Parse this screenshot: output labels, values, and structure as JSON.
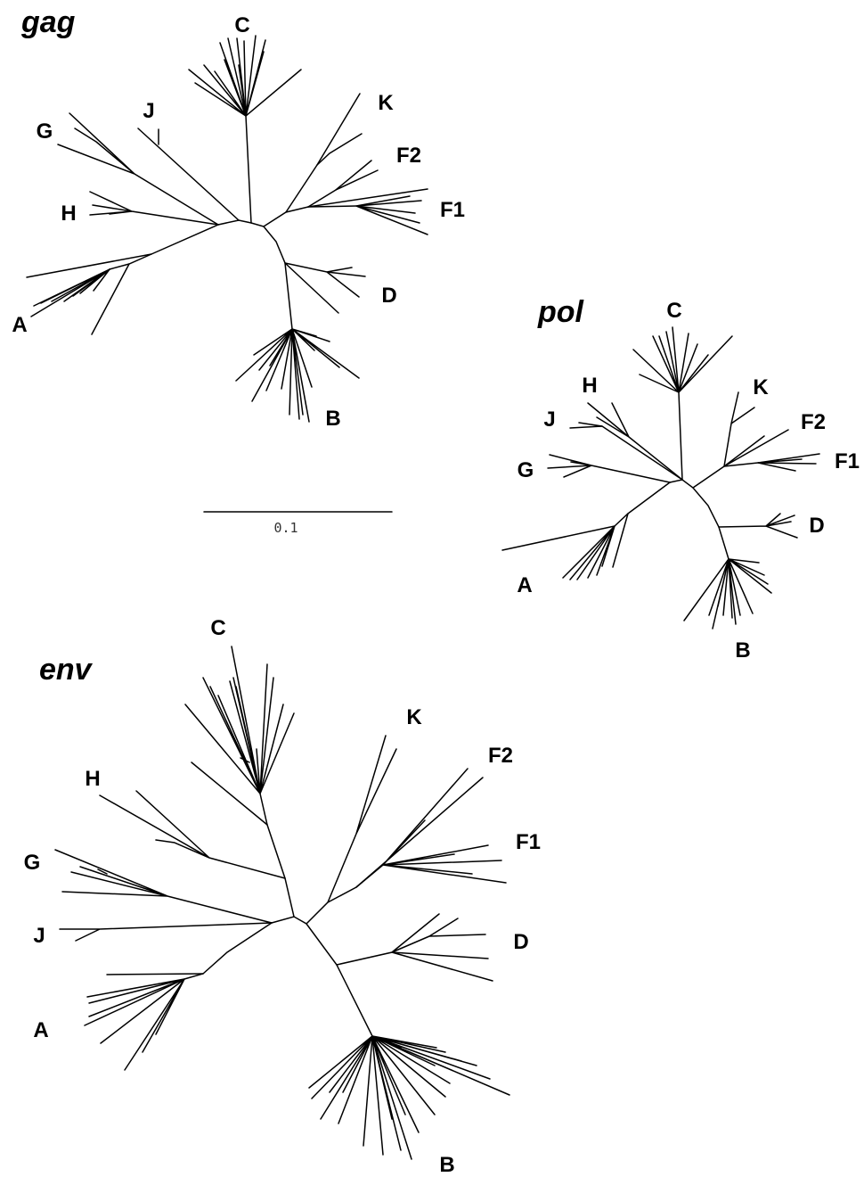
{
  "trees": [
    {
      "id": "gag",
      "title": "gag",
      "clades": [
        "C",
        "J",
        "G",
        "K",
        "F2",
        "H",
        "F1",
        "A",
        "D",
        "B"
      ]
    },
    {
      "id": "pol",
      "title": "pol",
      "clades": [
        "C",
        "H",
        "K",
        "J",
        "F2",
        "F1",
        "G",
        "D",
        "A",
        "B"
      ]
    },
    {
      "id": "env",
      "title": "env",
      "clades": [
        "C",
        "K",
        "F2",
        "H",
        "F1",
        "G",
        "J",
        "D",
        "A",
        "B"
      ]
    }
  ],
  "scale_bar": {
    "value": "0.1"
  },
  "colors": {
    "branch": "#000000",
    "background": "#ffffff"
  }
}
